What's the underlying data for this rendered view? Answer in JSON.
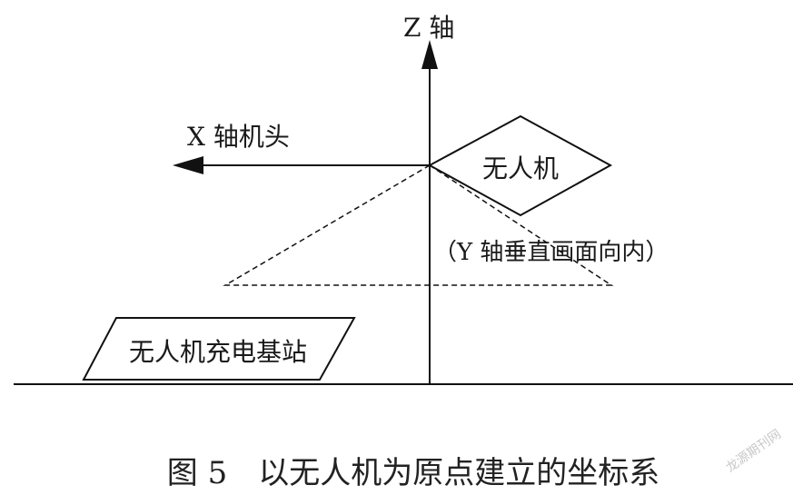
{
  "diagram": {
    "labels": {
      "z_axis": "Z 轴",
      "x_axis": "X 轴机头",
      "drone": "无人机",
      "y_axis": "（Y 轴垂直画面向内）",
      "base_station": "无人机充电基站"
    },
    "caption": "图 5　以无人机为原点建立的坐标系",
    "watermark": "龙源期刊网",
    "colors": {
      "line": "#111111",
      "text": "#1a1a1a"
    }
  }
}
